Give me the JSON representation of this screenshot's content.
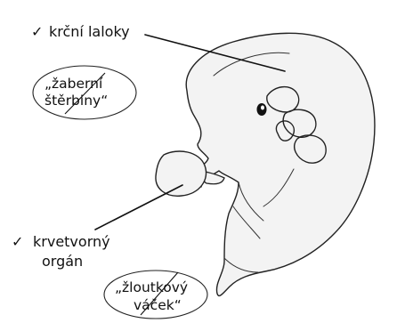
{
  "labels": {
    "check_mark": "✓",
    "branchial_lobes": "krční laloky",
    "blood_forming_line1": "krvetvorný",
    "blood_forming_line2": "orgán"
  },
  "crossed_out_terms": {
    "gill_slits_line1": "„žaberní",
    "gill_slits_line2": "štěrbiny“",
    "yolk_sac_line1": "„žloutkový",
    "yolk_sac_line2": "váček“"
  },
  "colors": {
    "ink": "#111111",
    "embryo_fill": "#f3f3f3",
    "embryo_outline": "#222222",
    "background": "#ffffff"
  }
}
